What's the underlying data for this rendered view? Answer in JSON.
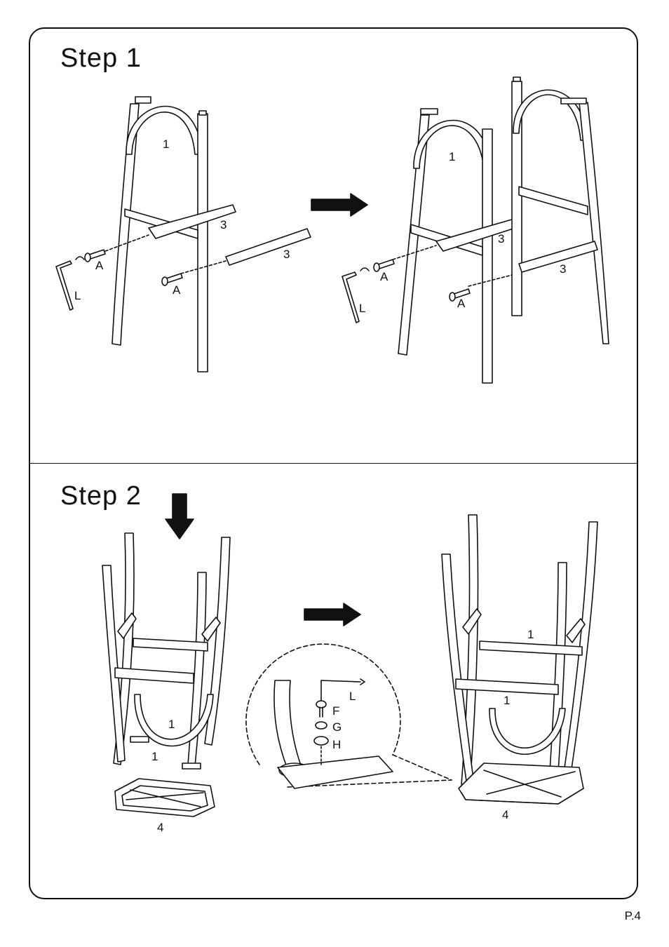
{
  "steps": [
    {
      "title": "Step  1",
      "callouts": {
        "frame": "1",
        "rung_a": "3",
        "rung_b": "3",
        "bolt_a1": "A",
        "bolt_a2": "A",
        "wrench": "L"
      },
      "result_callouts": {
        "frame": "1",
        "rung_a": "3",
        "rung_b": "3",
        "bolt_a1": "A",
        "bolt_a2": "A",
        "wrench": "L"
      }
    },
    {
      "title": "Step  2",
      "callouts": {
        "frame_a": "1",
        "frame_b": "1",
        "seat": "4"
      },
      "detail_callouts": {
        "wrench": "L",
        "screw": "F",
        "lock_washer": "G",
        "flat_washer": "H"
      },
      "result_callouts": {
        "frame_a": "1",
        "frame_b": "1",
        "seat": "4"
      }
    }
  ],
  "page_number": "P.4"
}
